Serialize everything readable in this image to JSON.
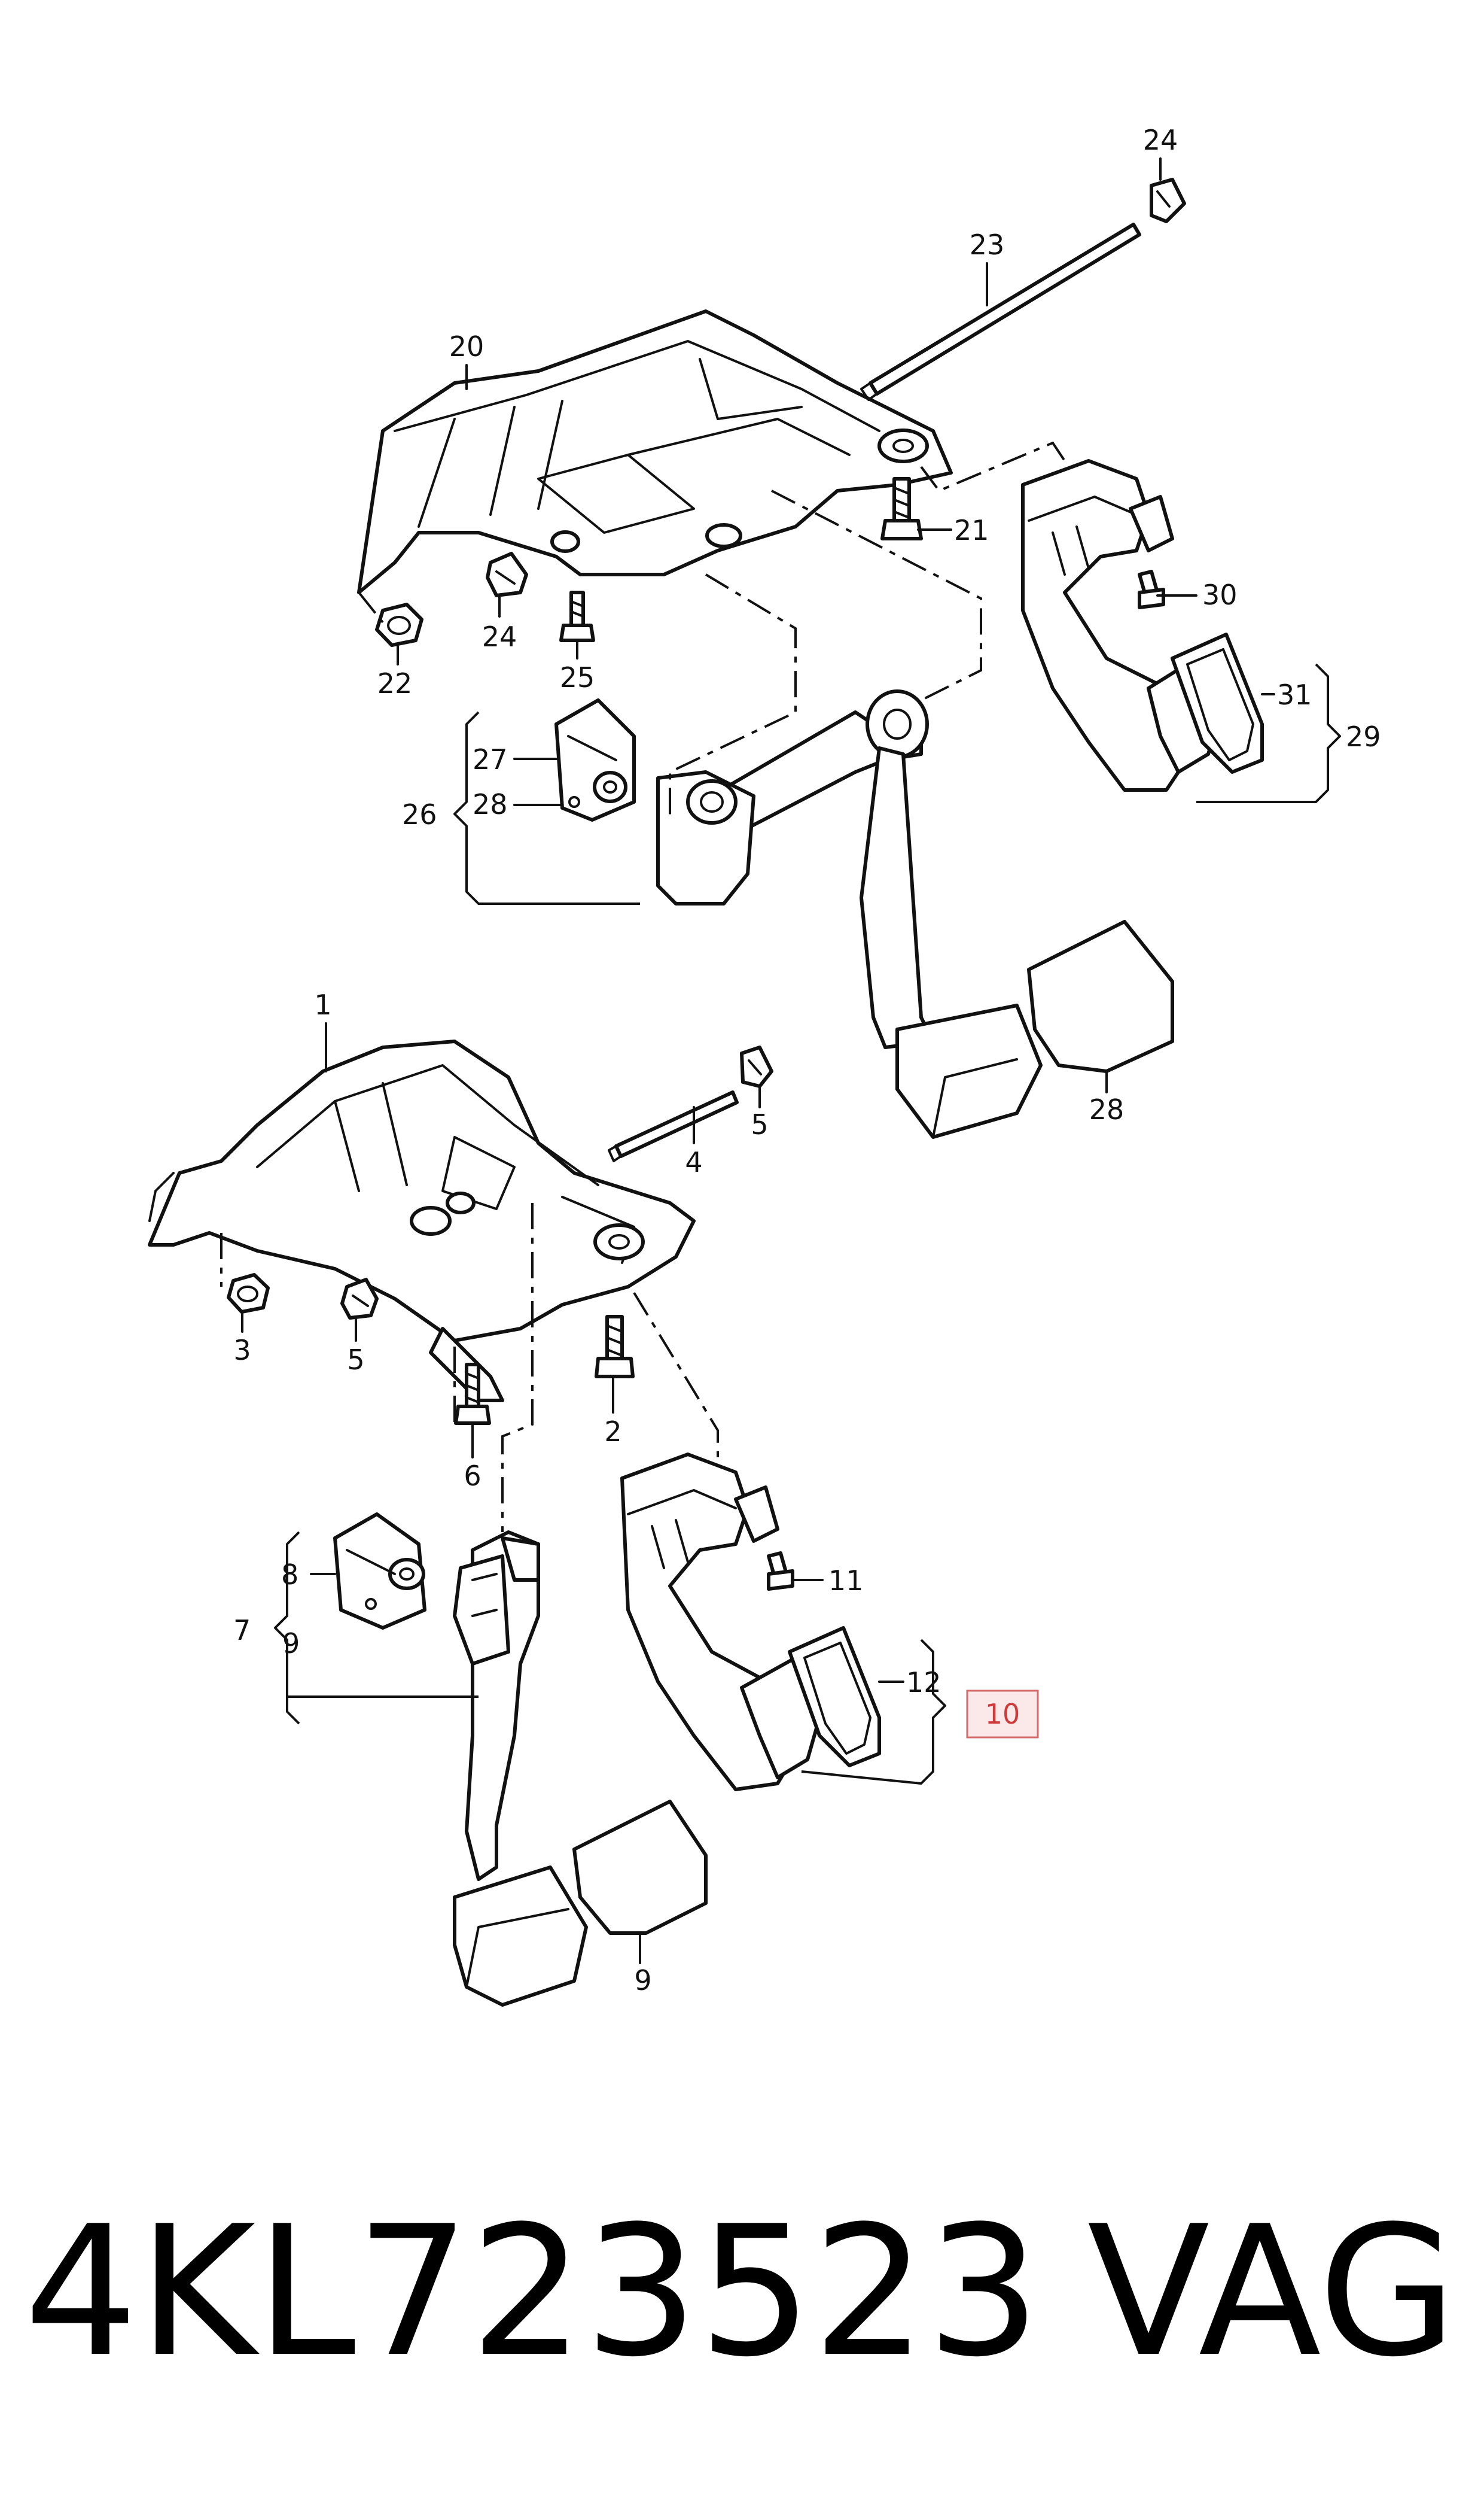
{
  "diagram": {
    "callouts": {
      "c1": "1",
      "c2": "2",
      "c3": "3",
      "c4": "4",
      "c5a": "5",
      "c5b": "5",
      "c6": "6",
      "c7": "7",
      "c8": "8",
      "c9a": "9",
      "c9b": "9",
      "c10": "10",
      "c11": "11",
      "c12": "12",
      "c20": "20",
      "c21": "21",
      "c22": "22",
      "c23": "23",
      "c24a": "24",
      "c24b": "24",
      "c25": "25",
      "c26": "26",
      "c27": "27",
      "c28a": "28",
      "c28b": "28",
      "c29": "29",
      "c30": "30",
      "c31": "31"
    },
    "highlighted_callout": "10",
    "highlight_color": "#cf3b3b"
  },
  "footer": {
    "part_number": "4KL723523",
    "brand": "VAG"
  }
}
